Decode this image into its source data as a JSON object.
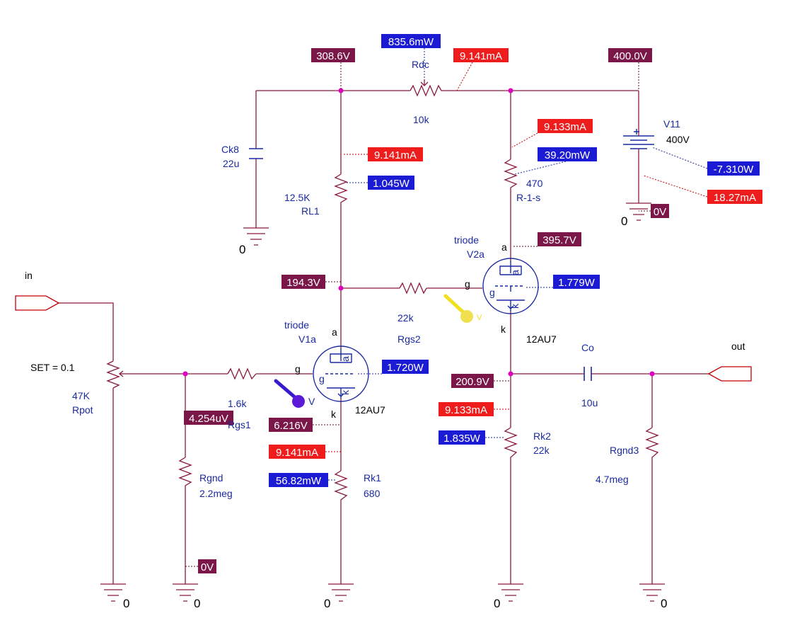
{
  "colors": {
    "voltage_tag": "#7a1648",
    "current_tag": "#ee1c1c",
    "power_tag": "#1b1bd4",
    "wire": "#8b1a3a",
    "component_label": "#1a2aa0",
    "junction": "#e000c0"
  },
  "ports": {
    "in": "in",
    "out": "out"
  },
  "components": {
    "rdc": {
      "name": "Rdc",
      "value": "10k"
    },
    "ck8": {
      "name": "Ck8",
      "value": "22u"
    },
    "rl1": {
      "name": "RL1",
      "value": "12.5K"
    },
    "r1s": {
      "name": "R-1-s",
      "value": "470"
    },
    "v11": {
      "name": "V11",
      "value": "400V"
    },
    "rgs2": {
      "name": "Rgs2",
      "value": "22k"
    },
    "rgs1": {
      "name": "Rgs1",
      "value": "1.6k"
    },
    "rpot": {
      "name": "Rpot",
      "value": "47K",
      "setting": "SET = 0.1"
    },
    "rgnd": {
      "name": "Rgnd",
      "value": "2.2meg"
    },
    "rk1": {
      "name": "Rk1",
      "value": "680"
    },
    "rk2": {
      "name": "Rk2",
      "value": "22k"
    },
    "co": {
      "name": "Co",
      "value": "10u"
    },
    "rgnd3": {
      "name": "Rgnd3",
      "value": "4.7meg"
    },
    "v1a": {
      "type": "triode",
      "name": "V1a",
      "part": "12AU7"
    },
    "v2a": {
      "type": "triode",
      "name": "V2a",
      "part": "12AU7"
    }
  },
  "pins": {
    "anode": "a",
    "grid": "g",
    "cathode": "k"
  },
  "ground_label": "0",
  "probe_label": "V",
  "voltages": {
    "b_plus_tap": "308.6V",
    "supply": "400.0V",
    "supply_ground": "0V",
    "v2a_anode": "395.7V",
    "v1a_anode": "194.3V",
    "v1a_grid": "4.254uV",
    "v1a_cathode": "6.216V",
    "v2a_cathode": "200.9V",
    "rgnd_ground": "0V"
  },
  "currents": {
    "rdc": "9.141mA",
    "r1s": "9.133mA",
    "rl1": "9.141mA",
    "v11": "18.27mA",
    "rk1": "9.141mA",
    "rk2": "9.133mA"
  },
  "powers": {
    "rdc": "835.6mW",
    "r1s": "39.20mW",
    "v11": "-7.310W",
    "rl1": "1.045W",
    "v2a": "1.779W",
    "v1a": "1.720W",
    "rk1": "56.82mW",
    "rk2": "1.835W"
  }
}
